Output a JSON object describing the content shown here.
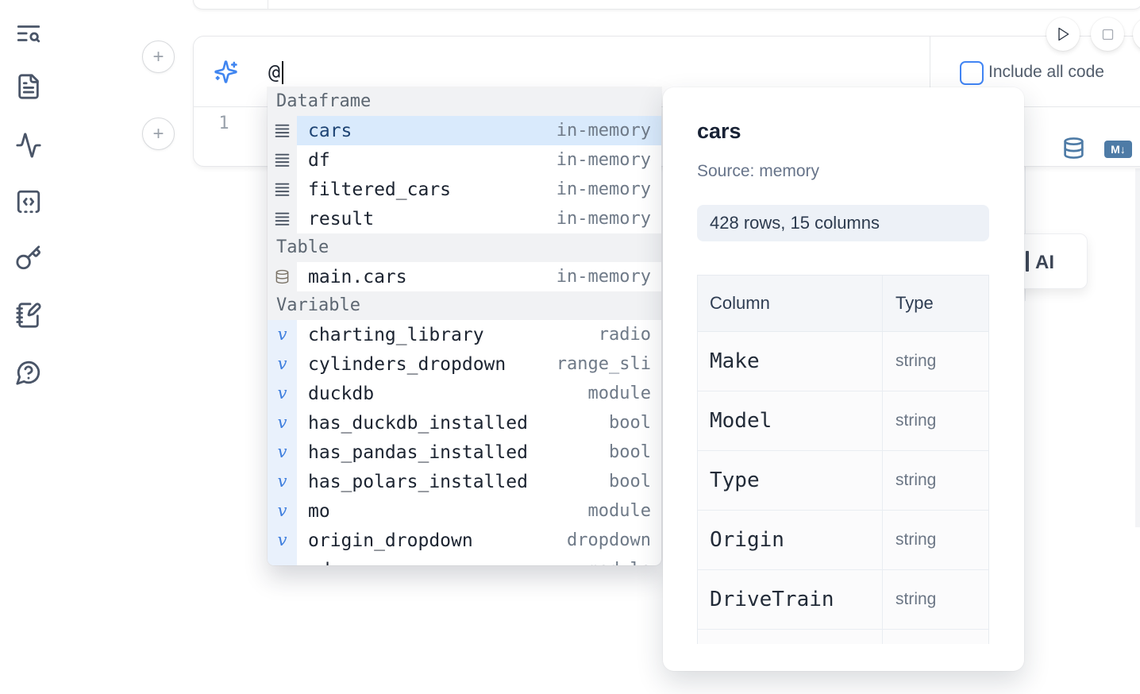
{
  "sidebar": {
    "icons": [
      "list-search-icon",
      "file-icon",
      "activity-icon",
      "code-square-icon",
      "key-icon",
      "notebook-pen-icon",
      "help-chat-icon"
    ]
  },
  "run_controls": {
    "play_icon": "play-icon",
    "stop_icon": "stop-square-icon"
  },
  "cell": {
    "prompt": {
      "icon": "sparkles-icon",
      "value": "@"
    },
    "include_all_code": {
      "label": "Include all code",
      "checked": false
    },
    "editor": {
      "line_number": "1"
    },
    "actions": {
      "database_icon": "database-icon",
      "markdown_badge": "M↓"
    }
  },
  "autocomplete": {
    "sections": [
      {
        "label": "Dataframe",
        "items": [
          {
            "icon": "dataframe-icon",
            "name": "cars",
            "detail": "in-memory",
            "selected": true
          },
          {
            "icon": "dataframe-icon",
            "name": "df",
            "detail": "in-memory"
          },
          {
            "icon": "dataframe-icon",
            "name": "filtered_cars",
            "detail": "in-memory"
          },
          {
            "icon": "dataframe-icon",
            "name": "result",
            "detail": "in-memory"
          }
        ]
      },
      {
        "label": "Table",
        "items": [
          {
            "icon": "database-icon",
            "name": "main.cars",
            "detail": "in-memory"
          }
        ]
      },
      {
        "label": "Variable",
        "items": [
          {
            "icon": "variable-icon",
            "name": "charting_library",
            "detail": "radio"
          },
          {
            "icon": "variable-icon",
            "name": "cylinders_dropdown",
            "detail": "range_sli"
          },
          {
            "icon": "variable-icon",
            "name": "duckdb",
            "detail": "module"
          },
          {
            "icon": "variable-icon",
            "name": "has_duckdb_installed",
            "detail": "bool"
          },
          {
            "icon": "variable-icon",
            "name": "has_pandas_installed",
            "detail": "bool"
          },
          {
            "icon": "variable-icon",
            "name": "has_polars_installed",
            "detail": "bool"
          },
          {
            "icon": "variable-icon",
            "name": "mo",
            "detail": "module"
          },
          {
            "icon": "variable-icon",
            "name": "origin_dropdown",
            "detail": "dropdown"
          },
          {
            "icon": "variable-icon",
            "name": "pd",
            "detail": "module",
            "partial": true
          }
        ]
      }
    ]
  },
  "preview": {
    "title": "cars",
    "source_label": "Source: memory",
    "shape_badge": "428 rows, 15 columns",
    "table": {
      "headers": [
        "Column",
        "Type"
      ],
      "rows": [
        [
          "Make",
          "string"
        ],
        [
          "Model",
          "string"
        ],
        [
          "Type",
          "string"
        ],
        [
          "Origin",
          "string"
        ],
        [
          "DriveTrain",
          "string"
        ]
      ],
      "partial_row": true
    }
  },
  "ai_button": {
    "visible_label": "AI"
  },
  "colors": {
    "accent_blue": "#4186f0",
    "checkbox_blue": "#4285f4",
    "selected_row_bg": "#d9eafc",
    "selected_row_text": "#1d4373",
    "steel_blue": "#4e7ba6",
    "sidebar_icon": "#4a5568",
    "table_db_icon": "#7b7367",
    "variable_glyph": "#3e7ede"
  }
}
